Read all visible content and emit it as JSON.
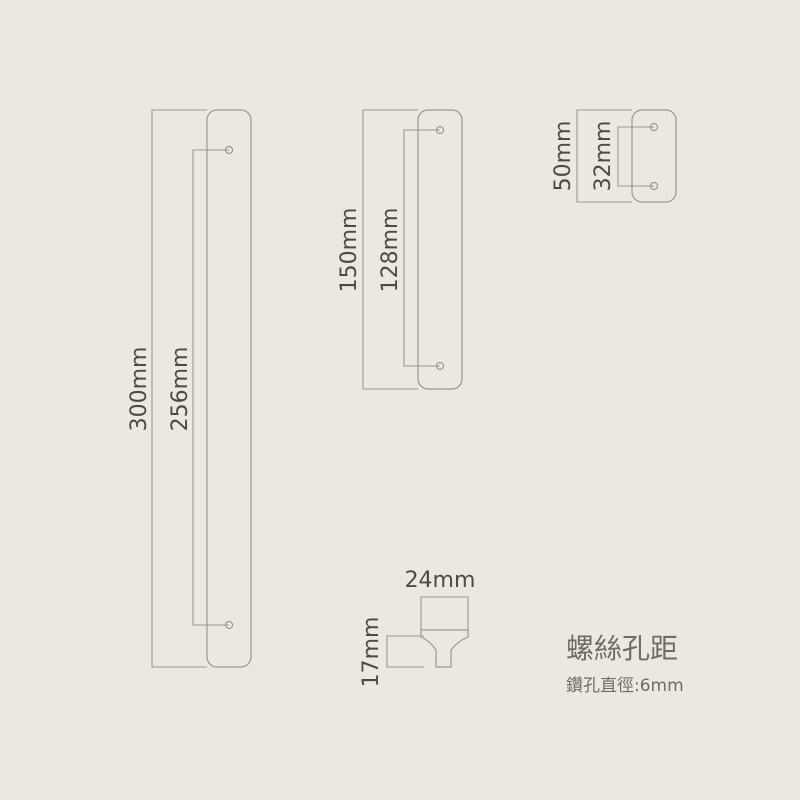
{
  "handles": [
    {
      "name": "handle-300",
      "length_label": "300mm",
      "hole_label": "256mm"
    },
    {
      "name": "handle-150",
      "length_label": "150mm",
      "hole_label": "128mm"
    },
    {
      "name": "handle-50",
      "length_label": "50mm",
      "hole_label": "32mm"
    }
  ],
  "knob": {
    "width_label": "24mm",
    "height_label": "17mm"
  },
  "caption": {
    "title": "螺絲孔距",
    "subtitle": "鑽孔直徑:6mm"
  },
  "colors": {
    "background": "#ebe9df",
    "line": "#9b9790",
    "text": "#4c4a46"
  }
}
